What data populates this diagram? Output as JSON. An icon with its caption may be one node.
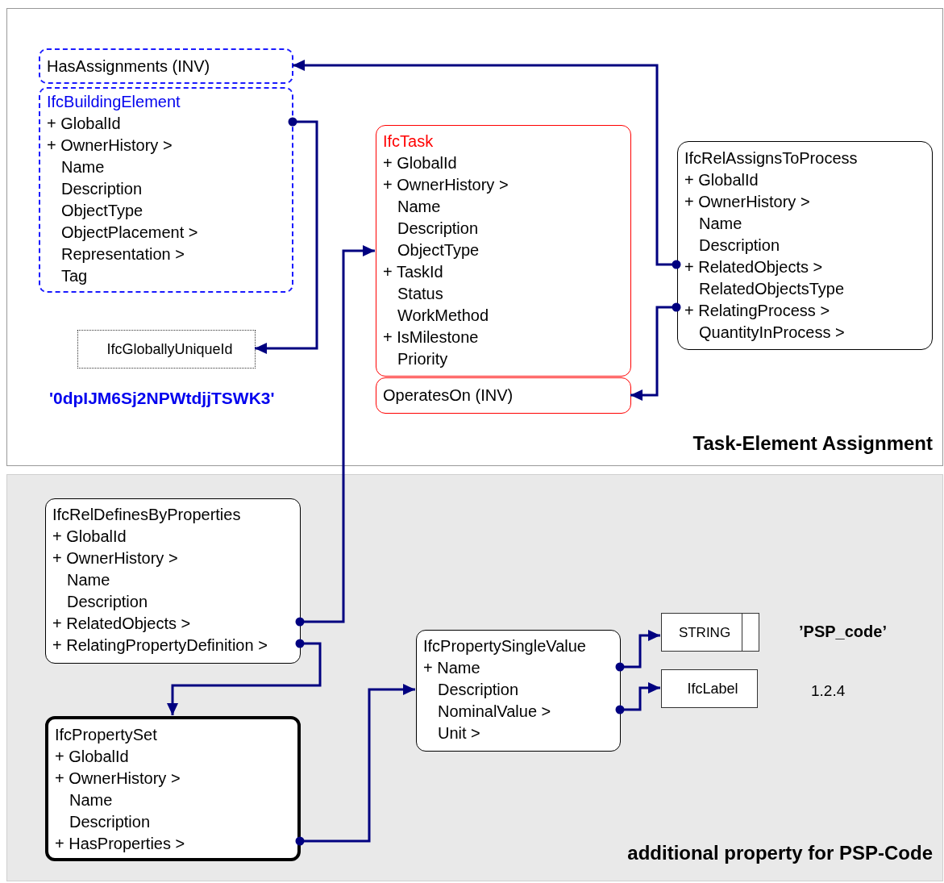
{
  "diagram": {
    "nodes": [
      {
        "text": [
          "Task-Element Assignment"
        ]
      },
      {
        "text": [
          "HasAssignments (INV)"
        ],
        "in": 0
      },
      {
        "text": [
          "IfcBuildingElement",
          "+ GlobalId",
          "+ OwnerHistory >",
          "Name",
          "Description",
          "ObjectType",
          "ObjectPlacement >",
          "Representation >",
          "Tag"
        ],
        "in": 0
      },
      {
        "text": [
          "IfcGloballyUniqueId"
        ],
        "in": 0,
        "beside": [
          "'0dpIJM6Sj2NPWtdjjTSWK3'"
        ]
      },
      {
        "text": [
          "IfcTask",
          "+ GlobalId",
          "+ OwnerHistory >",
          "Name",
          "Description",
          "ObjectType",
          "+ TaskId",
          "Status",
          "WorkMethod",
          "+ IsMilestone",
          "Priority"
        ],
        "in": 0
      },
      {
        "text": [
          "OperatesOn (INV)"
        ],
        "in": 0
      },
      {
        "text": [
          "IfcRelAssignsToProcess",
          "+ GlobalId",
          "+ OwnerHistory >",
          "Name",
          "Description",
          "+ RelatedObjects >",
          "RelatedObjectsType",
          "+ RelatingProcess >",
          "QuantityInProcess >"
        ],
        "in": 0
      },
      {
        "text": [
          "additional property for PSP-Code"
        ]
      },
      {
        "text": [
          "IfcRelDefinesByProperties",
          "+ GlobalId",
          "+ OwnerHistory >",
          "Name",
          "Description",
          "+ RelatedObjects >",
          "+ RelatingPropertyDefinition >"
        ],
        "in": 7
      },
      {
        "text": [
          "IfcPropertySet",
          "+ GlobalId",
          "+ OwnerHistory >",
          "Name",
          "Description",
          "+ HasProperties >"
        ],
        "in": 7
      },
      {
        "text": [
          "IfcPropertySingleValue",
          "+ Name",
          "Description",
          "NominalValue >",
          "Unit >"
        ],
        "in": 7
      },
      {
        "text": [
          "STRING"
        ],
        "in": 7,
        "beside": [
          "’PSP_code’"
        ]
      },
      {
        "text": [
          "IfcLabel"
        ],
        "in": 7,
        "beside": [
          "1.2.4"
        ]
      }
    ],
    "edges": [
      {
        "from": 2,
        "to": 3,
        "arrow": "to"
      },
      {
        "from": 6,
        "to": 1,
        "arrow": "to"
      },
      {
        "from": 6,
        "to": 5,
        "arrow": "to"
      },
      {
        "from": 8,
        "to": 4,
        "arrow": "to"
      },
      {
        "from": 8,
        "to": 9,
        "arrow": "to"
      },
      {
        "from": 9,
        "to": 10,
        "arrow": "to"
      },
      {
        "from": 10,
        "to": 11,
        "arrow": "to"
      },
      {
        "from": 10,
        "to": 12,
        "arrow": "to"
      }
    ]
  }
}
